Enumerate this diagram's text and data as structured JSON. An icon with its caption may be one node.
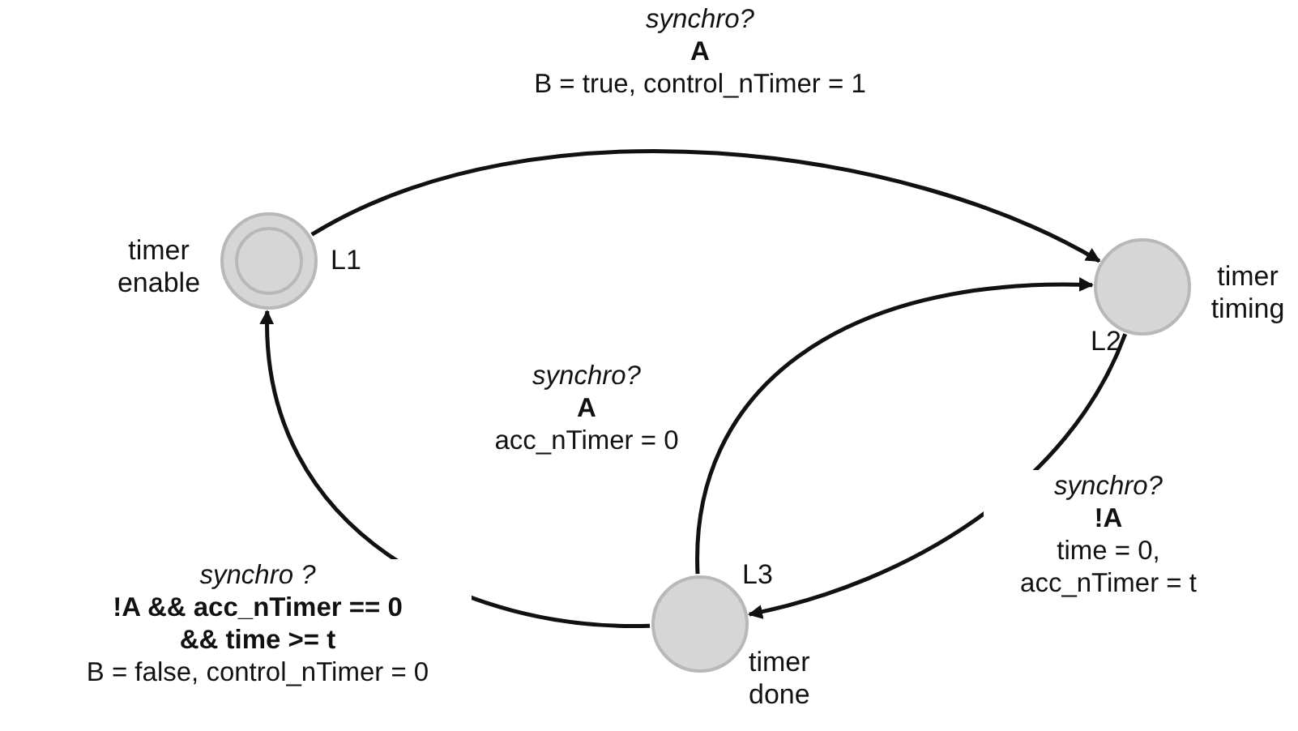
{
  "diagram": {
    "nodes": [
      {
        "text": [
          "timer enable",
          "L1"
        ]
      },
      {
        "text": [
          "timer timing",
          "L2"
        ]
      },
      {
        "text": [
          "L3",
          "timer done"
        ]
      }
    ],
    "edges": [
      {
        "from": 0,
        "to": 1,
        "arrow": "to",
        "label": "*synchro?* **A** B = true, control_nTimer = 1"
      },
      {
        "from": 2,
        "to": 1,
        "arrow": "to",
        "label": "*synchro?* **A** acc_nTimer = 0"
      },
      {
        "from": 1,
        "to": 2,
        "arrow": "to",
        "label": "*synchro?* **!A** time = 0, acc_nTimer = t"
      },
      {
        "from": 2,
        "to": 0,
        "arrow": "to",
        "label": "*synchro ?* **!A && acc_nTimer == 0 && time >= t** B = false, control_nTimer = 0"
      }
    ]
  }
}
